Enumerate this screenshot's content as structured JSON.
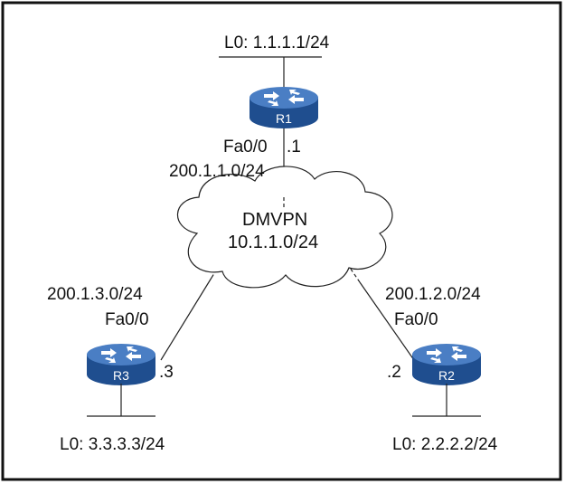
{
  "colors": {
    "router_top": "#4a7ec4",
    "router_side": "#1f4e8f",
    "line": "#222222"
  },
  "icons": {
    "router": "router-icon",
    "cloud": "cloud-icon"
  },
  "cloud": {
    "name": "DMVPN",
    "subnet": "10.1.1.0/24"
  },
  "r1": {
    "name": "R1",
    "loopback": "L0: 1.1.1.1/24",
    "interface": "Fa0/0",
    "host": ".1",
    "subnet": "200.1.1.0/24"
  },
  "r2": {
    "name": "R2",
    "loopback": "L0: 2.2.2.2/24",
    "interface": "Fa0/0",
    "host": ".2",
    "subnet": "200.1.2.0/24"
  },
  "r3": {
    "name": "R3",
    "loopback": "L0: 3.3.3.3/24",
    "interface": "Fa0/0",
    "host": ".3",
    "subnet": "200.1.3.0/24"
  }
}
